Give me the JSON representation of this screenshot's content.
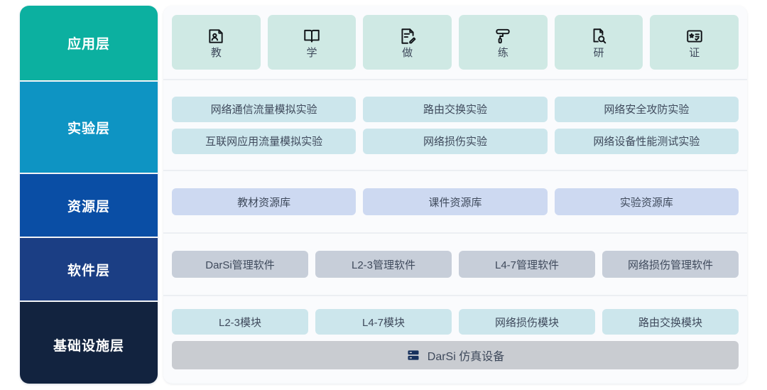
{
  "layers": [
    {
      "key": "application",
      "label": "应用层",
      "color": "#0cb0a0",
      "card_color": "#cfe9e4",
      "items": [
        {
          "label": "教",
          "icon": "teach-person-document-icon"
        },
        {
          "label": "学",
          "icon": "open-book-icon"
        },
        {
          "label": "做",
          "icon": "document-edit-icon"
        },
        {
          "label": "练",
          "icon": "paint-roller-icon"
        },
        {
          "label": "研",
          "icon": "document-search-icon"
        },
        {
          "label": "证",
          "icon": "certificate-icon"
        }
      ]
    },
    {
      "key": "experiment",
      "label": "实验层",
      "color": "#0e94c3",
      "card_color": "#cce6ec",
      "rows": [
        [
          "网络通信流量模拟实验",
          "路由交换实验",
          "网络安全攻防实验"
        ],
        [
          "互联网应用流量模拟实验",
          "网络损伤实验",
          "网络设备性能测试实验"
        ]
      ]
    },
    {
      "key": "resource",
      "label": "资源层",
      "color": "#0a4ea5",
      "card_color": "#cdd9f1",
      "rows": [
        [
          "教材资源库",
          "课件资源库",
          "实验资源库"
        ]
      ]
    },
    {
      "key": "software",
      "label": "软件层",
      "color": "#1b3e84",
      "card_color": "#c7ced9",
      "rows": [
        [
          "DarSi管理软件",
          "L2-3管理软件",
          "L4-7管理软件",
          "网络损伤管理软件"
        ]
      ]
    },
    {
      "key": "infrastructure",
      "label": "基础设施层",
      "color": "#12233f",
      "card_color": "#cce6ec",
      "rows": [
        [
          "L2-3模块",
          "L4-7模块",
          "网络损伤模块",
          "路由交换模块"
        ]
      ],
      "device_bar": {
        "label": "DarSi 仿真设备",
        "icon": "server-rack-icon",
        "color": "#c9ccd1"
      }
    }
  ]
}
